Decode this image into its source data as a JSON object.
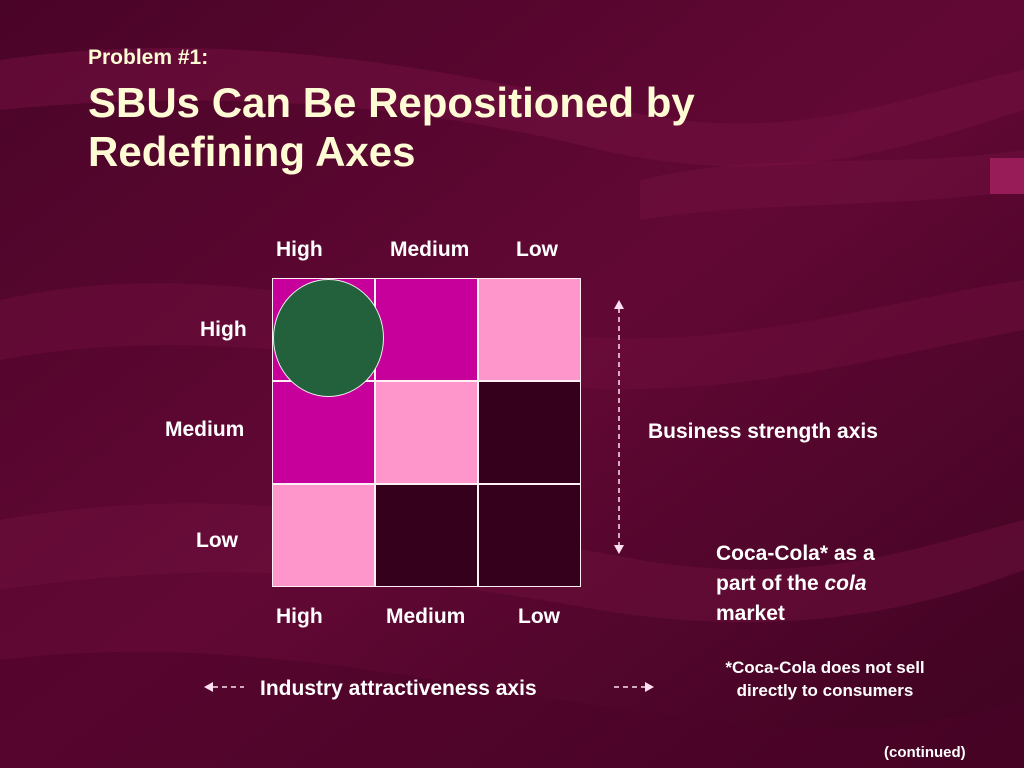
{
  "slide": {
    "kicker": "Problem #1:",
    "title": "SBUs Can Be Repositioned by Redefining Axes"
  },
  "matrix": {
    "top_labels": [
      "High",
      "Medium",
      "Low"
    ],
    "bottom_labels": [
      "High",
      "Medium",
      "Low"
    ],
    "row_labels": [
      "High",
      "Medium",
      "Low"
    ],
    "cell_colors": [
      [
        "#c8009b",
        "#c8009b",
        "#ff96cb"
      ],
      [
        "#c8009b",
        "#ff96cb",
        "#35001c"
      ],
      [
        "#ff96cb",
        "#35001c",
        "#35001c"
      ]
    ],
    "sbu_color": "#22613c",
    "x_axis_label": "Industry attractiveness axis",
    "y_axis_label": "Business strength axis"
  },
  "example": {
    "line1": "Coca-Cola* as a",
    "line2_prefix": "part of the ",
    "line2_italic": "cola",
    "line3": "market"
  },
  "footnote": {
    "line1": "*Coca-Cola does not sell",
    "line2": "directly to consumers"
  },
  "continued": "(continued)",
  "colors": {
    "background": "#5c0630",
    "title_text": "#fffbd5",
    "label_text": "#ffffff"
  }
}
